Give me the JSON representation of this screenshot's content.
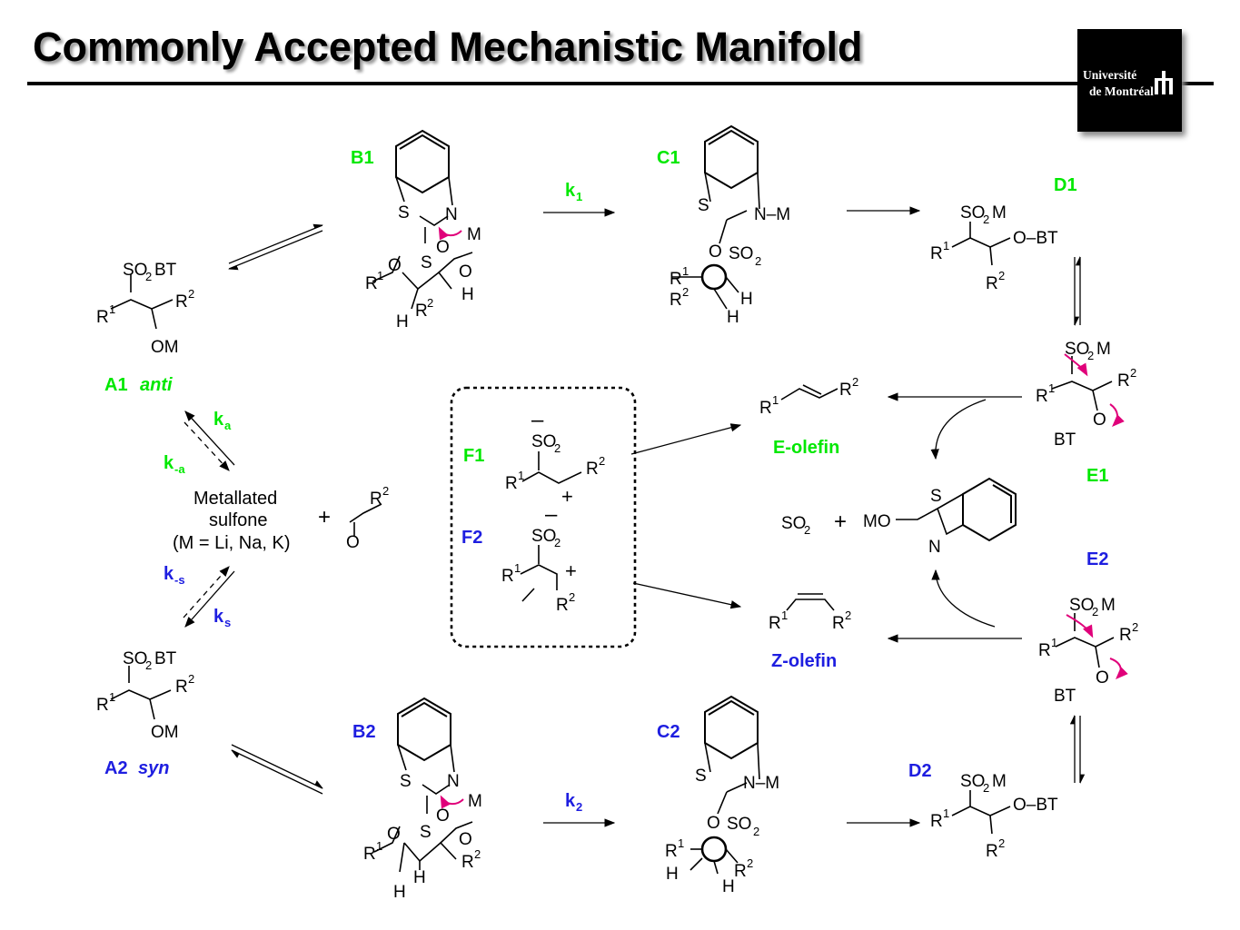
{
  "title": "Commonly Accepted Mechanistic Manifold",
  "logo": {
    "line1": "Université",
    "line2": "de Montréal"
  },
  "colors": {
    "green_label": "#00e800",
    "blue_label": "#1e1ee0",
    "curved_arrow": "#e0007a",
    "logo_bg": "#000000"
  },
  "labels": {
    "B1": "B1",
    "C1": "C1",
    "D1": "D1",
    "E1": "E1",
    "A1": "A1",
    "A1_word": "anti",
    "A2": "A2",
    "A2_word": "syn",
    "B2": "B2",
    "C2": "C2",
    "D2": "D2",
    "E2": "E2",
    "F1": "F1",
    "F2": "F2",
    "E_olefin": "E-olefin",
    "Z_olefin": "Z-olefin"
  },
  "rates": {
    "k1": "k",
    "k1_sub": "1",
    "k2": "k",
    "k2_sub": "2",
    "ka": "k",
    "ka_sub": "a",
    "kma": "k",
    "kma_sub": "-a",
    "ks": "k",
    "ks_sub": "s",
    "kms": "k",
    "kms_sub": "-s"
  },
  "metallated": {
    "line1": "Metallated",
    "line2": "sulfone",
    "line3": "(M = Li, Na, K)"
  },
  "atoms": {
    "SO2BT": "SO",
    "BT": "BT",
    "SO2M": "SO",
    "M": "M",
    "OM": "OM",
    "O": "O",
    "S": "S",
    "N": "N",
    "H": "H",
    "R": "R",
    "sup1": "1",
    "sup2": "2",
    "sub2": "2",
    "OBT": "O–BT",
    "BTO": "BT",
    "MO": "MO",
    "SO2": "SO",
    "plus": "+",
    "minus": "–",
    "Ndash": "N–M"
  }
}
